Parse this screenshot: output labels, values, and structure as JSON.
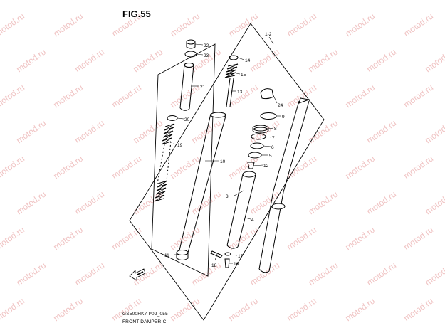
{
  "figure": {
    "title": "FIG.55",
    "drawing_code": "GS500HK7 P02_055",
    "drawing_name": "FRONT DAMPER-C"
  },
  "watermark": {
    "text": "motod.ru",
    "color": "#f0c4c4"
  },
  "callouts": {
    "p1_2": "1-2",
    "p22": "22",
    "p23": "23",
    "p21": "21",
    "p20": "20",
    "p19": "19",
    "p14": "14",
    "p15": "15",
    "p13": "13",
    "p10": "10",
    "p11": "11",
    "p24": "24",
    "p9": "9",
    "p8": "8",
    "p7": "7",
    "p6": "6",
    "p5": "5",
    "p12": "12",
    "p3": "3",
    "p4": "4",
    "p17": "17",
    "p18": "18",
    "p16": "16"
  },
  "icons": {
    "front_arrow": "front-direction-arrow-icon"
  }
}
